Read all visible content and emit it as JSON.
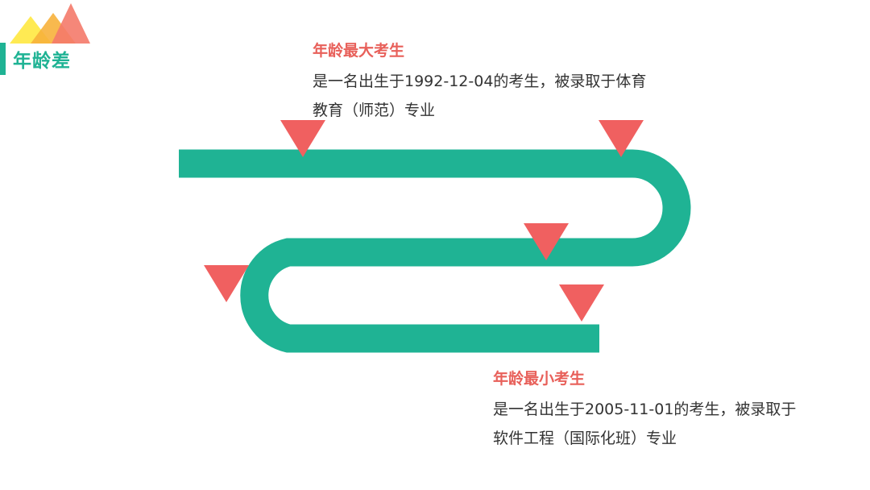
{
  "header": {
    "title": "年龄差"
  },
  "oldest": {
    "heading": "年龄最大考生",
    "body": "是一名出生于1992-12-04的考生，被录取于体育教育（师范）专业"
  },
  "youngest": {
    "heading": "年龄最小考生",
    "body": "是一名出生于2005-11-01的考生，被录取于软件工程（国际化班）专业"
  },
  "colors": {
    "teal": "#1fb394",
    "coral": "#f06060",
    "heading_red": "#e8605a",
    "yellow": "#ffe94a",
    "orange": "#f7b13b",
    "salmon": "#f47a6a"
  }
}
